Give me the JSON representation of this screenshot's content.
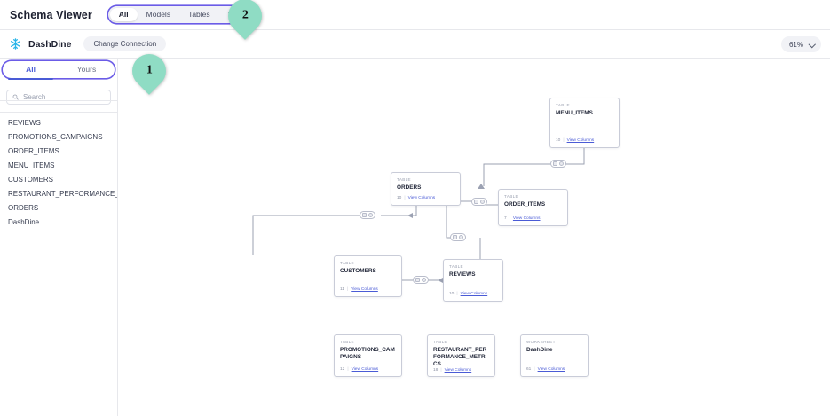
{
  "header": {
    "app_title": "Schema Viewer",
    "tabs": [
      {
        "label": "All",
        "active": true
      },
      {
        "label": "Models",
        "active": false
      },
      {
        "label": "Tables",
        "active": false
      },
      {
        "label": "Views",
        "active": false
      }
    ]
  },
  "connection": {
    "logo_icon": "snowflake-icon",
    "name": "DashDine",
    "change_label": "Change Connection",
    "zoom_level": "61%",
    "zoom_chevron_icon": "chevron-down-icon"
  },
  "sidebar": {
    "tabs": [
      {
        "label": "All",
        "active": true
      },
      {
        "label": "Yours",
        "active": false
      }
    ],
    "search": {
      "icon": "search-icon",
      "placeholder": "Search",
      "value": ""
    },
    "items": [
      {
        "label": "REVIEWS"
      },
      {
        "label": "PROMOTIONS_CAMPAIGNS"
      },
      {
        "label": "ORDER_ITEMS"
      },
      {
        "label": "MENU_ITEMS"
      },
      {
        "label": "CUSTOMERS"
      },
      {
        "label": "RESTAURANT_PERFORMANCE_METRI"
      },
      {
        "label": "ORDERS"
      },
      {
        "label": "DashDine"
      }
    ]
  },
  "canvas": {
    "view_columns_label": "View Columns",
    "separator": "|",
    "nodes": [
      {
        "kind": "TABLE",
        "name": "MENU_ITEMS",
        "count": "10",
        "link": "View Columns"
      },
      {
        "kind": "TABLE",
        "name": "ORDERS",
        "count": "10",
        "link": "View Columns"
      },
      {
        "kind": "TABLE",
        "name": "ORDER_ITEMS",
        "count": "7",
        "link": "View Columns"
      },
      {
        "kind": "TABLE",
        "name": "CUSTOMERS",
        "count": "11",
        "link": "View Columns"
      },
      {
        "kind": "TABLE",
        "name": "REVIEWS",
        "count": "10",
        "link": "View Columns"
      },
      {
        "kind": "TABLE",
        "name": "PROMOTIONS_CAMPAIGNS",
        "count": "12",
        "link": "View Columns"
      },
      {
        "kind": "TABLE",
        "name": "RESTAURANT_PERFORMANCE_METRICS",
        "count": "18",
        "link": "View Columns"
      },
      {
        "kind": "WORKSHEET",
        "name": "DashDine",
        "count": "61",
        "link": "View Columns"
      }
    ]
  },
  "callouts": [
    {
      "number": "1"
    },
    {
      "number": "2"
    }
  ]
}
